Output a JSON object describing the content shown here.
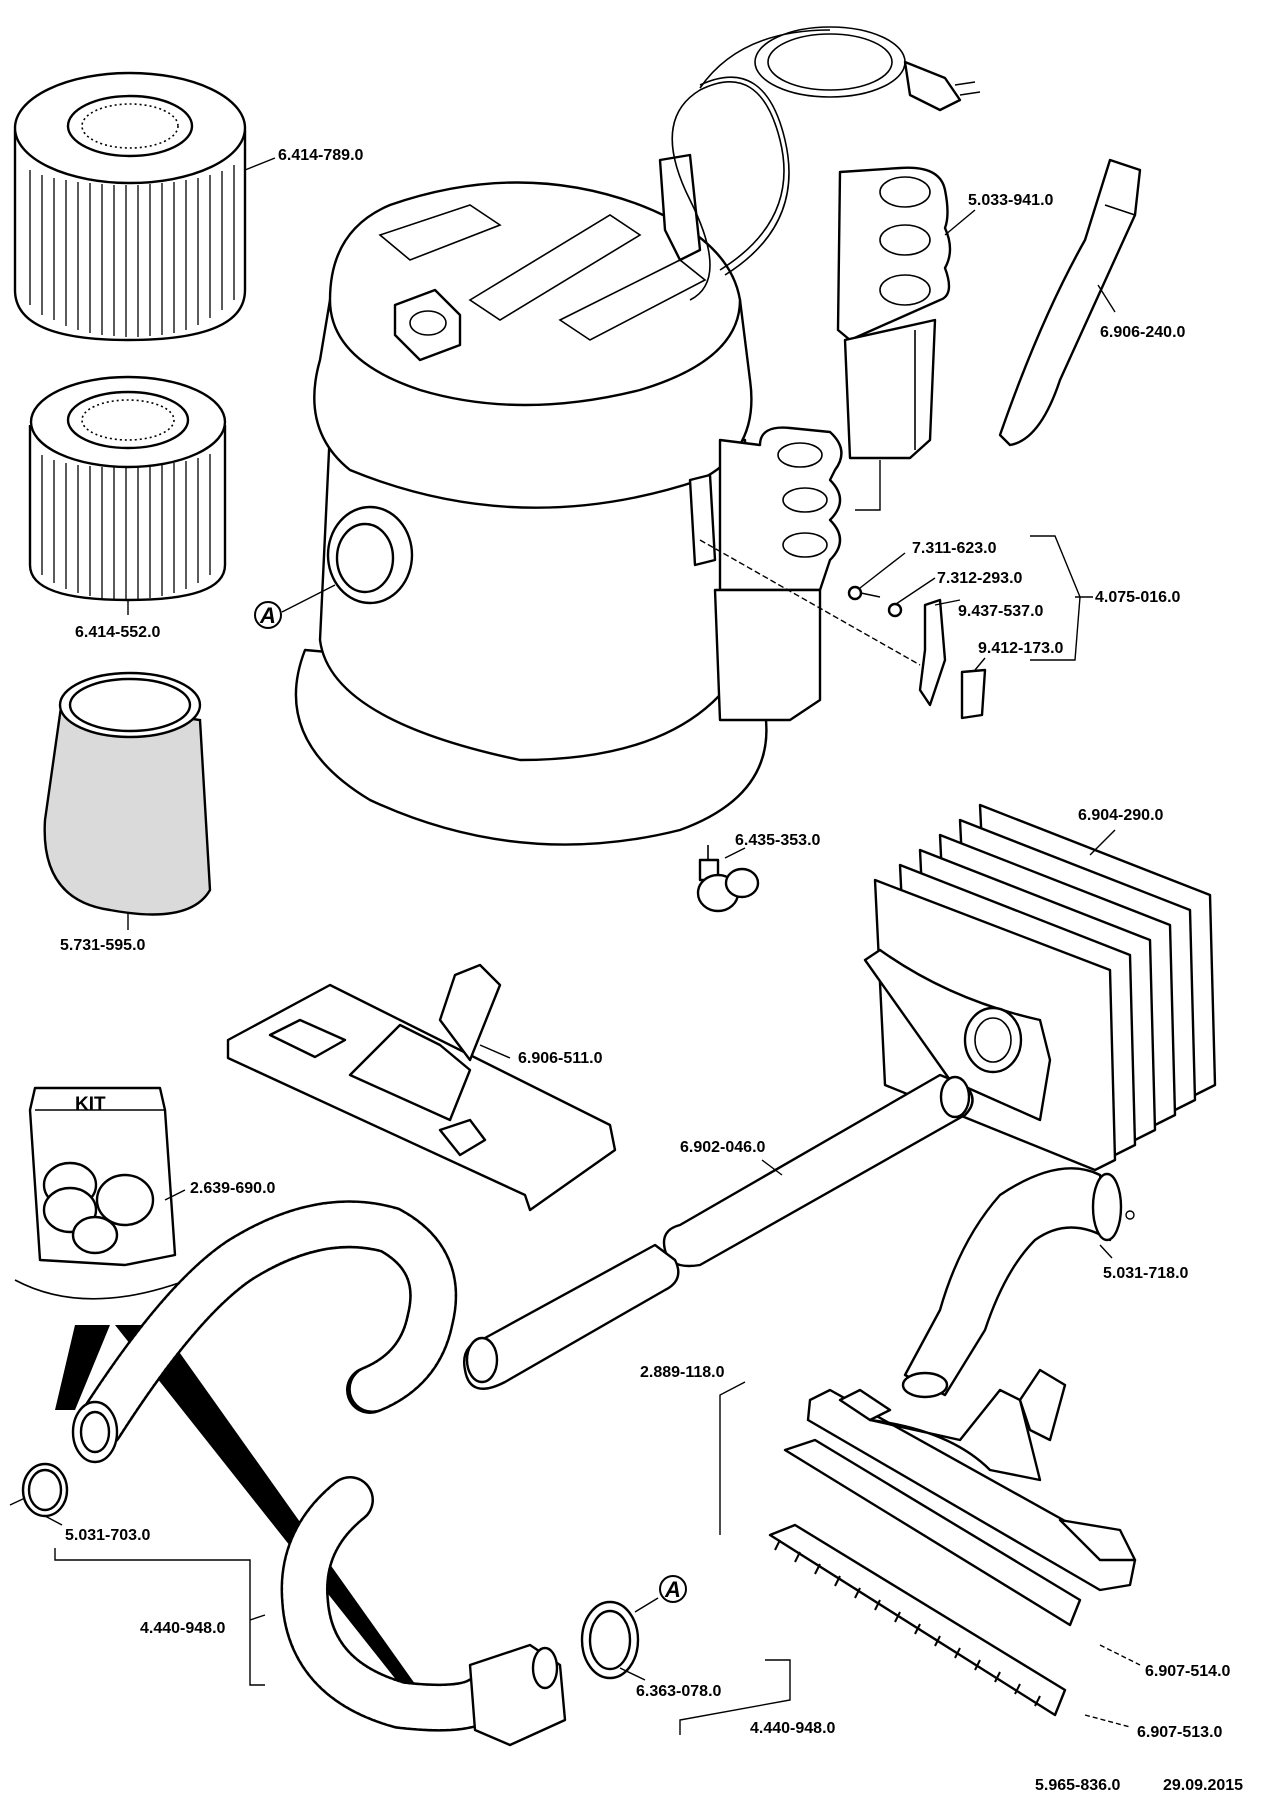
{
  "parts": {
    "filter_cartridge_large": "6.414-789.0",
    "filter_cartridge_small": "6.414-552.0",
    "filter_bag_cloth": "5.731-595.0",
    "accessory_holder": "5.033-941.0",
    "crevice_nozzle": "6.906-240.0",
    "screw": "7.311-623.0",
    "washer": "7.312-293.0",
    "clip": "9.437-537.0",
    "clip_plate": "9.412-173.0",
    "mounting_kit": "4.075-016.0",
    "castor": "6.435-353.0",
    "paper_filter_bags": "6.904-290.0",
    "floor_nozzle": "6.906-511.0",
    "suction_tube": "6.902-046.0",
    "adapter_kit": "2.639-690.0",
    "elbow": "5.031-718.0",
    "wet_dry_nozzle": "2.889-118.0",
    "hose_clamp": "5.031-703.0",
    "suction_hose_left": "4.440-948.0",
    "connector_ring": "6.363-078.0",
    "suction_hose_right": "4.440-948.0",
    "rubber_strip": "6.907-514.0",
    "brush_strip": "6.907-513.0"
  },
  "kit_label": "KIT",
  "connection_marker": "A",
  "footer": {
    "doc_number": "5.965-836.0",
    "date": "29.09.2015"
  }
}
